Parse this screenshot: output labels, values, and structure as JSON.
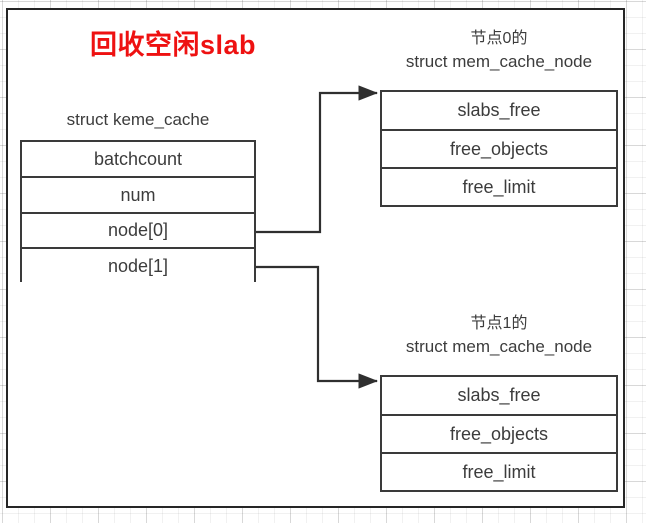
{
  "diagram": {
    "title": "回收空闲slab",
    "title_color": "#ee1111",
    "border_color": "#262626",
    "box_border_color": "#3a3a3a",
    "text_color": "#3c3c3c",
    "background": "#ffffff"
  },
  "cache": {
    "caption": "struct keme_cache",
    "rows": [
      {
        "label": "batchcount"
      },
      {
        "label": "num"
      },
      {
        "label": "node[0]"
      },
      {
        "label": "node[1]"
      }
    ]
  },
  "nodes": [
    {
      "caption_line1": "节点0的",
      "caption_line2": "struct mem_cache_node",
      "rows": [
        {
          "label": "slabs_free"
        },
        {
          "label": "free_objects"
        },
        {
          "label": "free_limit"
        }
      ]
    },
    {
      "caption_line1": "节点1的",
      "caption_line2": "struct mem_cache_node",
      "rows": [
        {
          "label": "slabs_free"
        },
        {
          "label": "free_objects"
        },
        {
          "label": "free_limit"
        }
      ]
    }
  ],
  "connectors": [
    {
      "name": "node0-to-mem-cache-node0"
    },
    {
      "name": "node1-to-mem-cache-node1"
    }
  ]
}
